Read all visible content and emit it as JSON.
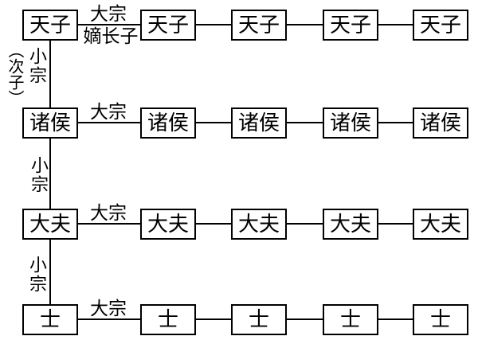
{
  "diagram": {
    "background": "#ffffff",
    "line_color": "#000000",
    "text_color": "#000000",
    "rows": [
      {
        "rank": "天子",
        "trunk_label": "大宗",
        "heir_label": "嫡长子",
        "boxes": [
          "天子",
          "天子",
          "天子",
          "天子",
          "天子"
        ]
      },
      {
        "rank": "诸侯",
        "trunk_label": "大宗",
        "boxes": [
          "诸侯",
          "诸侯",
          "诸侯",
          "诸侯",
          "诸侯"
        ]
      },
      {
        "rank": "大夫",
        "trunk_label": "大宗",
        "boxes": [
          "大夫",
          "大夫",
          "大夫",
          "大夫",
          "大夫"
        ]
      },
      {
        "rank": "士",
        "trunk_label": "大宗",
        "boxes": [
          "士",
          "士",
          "士",
          "士",
          "士"
        ]
      }
    ],
    "branch_labels": [
      {
        "note": "（次子）",
        "label": "小宗"
      },
      {
        "label": "小宗"
      },
      {
        "label": "小宗"
      }
    ]
  }
}
